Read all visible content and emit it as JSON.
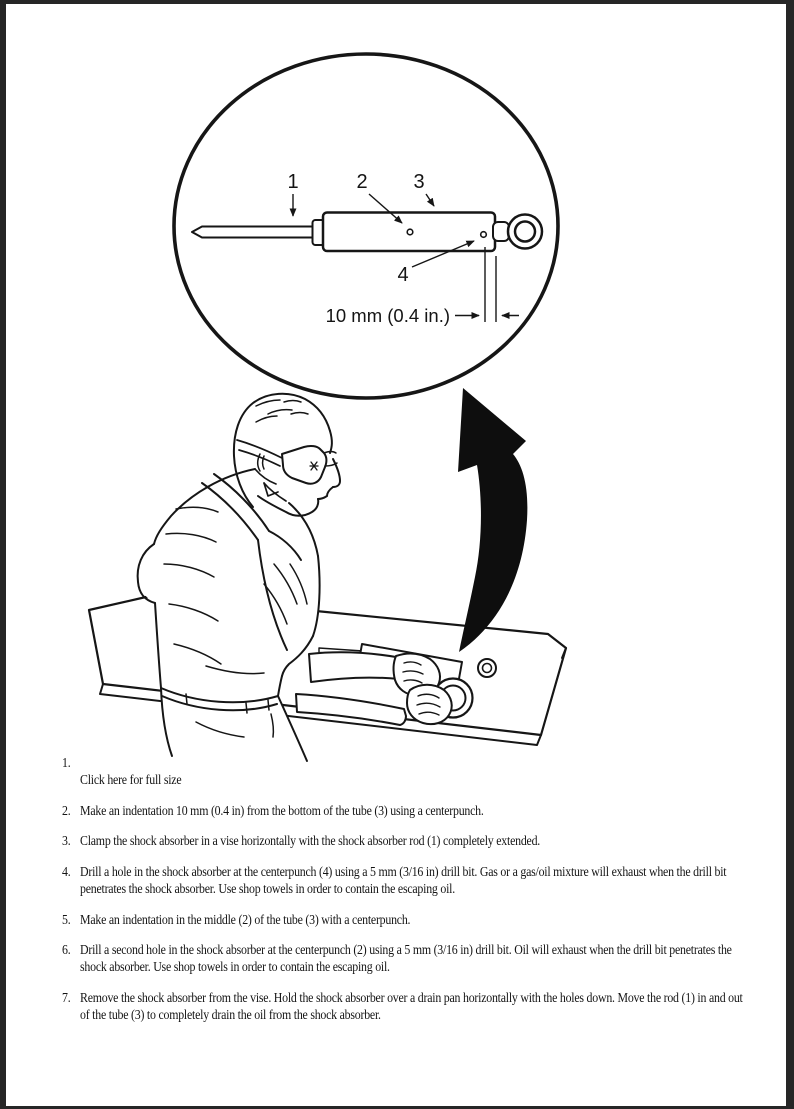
{
  "colors": {
    "ink": "#161616",
    "page_bg": "#ffffff",
    "scan_border": "#262626"
  },
  "figure": {
    "callout_1": "1",
    "callout_2": "2",
    "callout_3": "3",
    "callout_4": "4",
    "dimension_label": "10 mm (0.4 in.)"
  },
  "steps": [
    {
      "num": "1.",
      "text": "Click here for full size"
    },
    {
      "num": "2.",
      "text": "Make an indentation 10 mm (0.4 in) from the bottom of the tube (3) using a centerpunch."
    },
    {
      "num": "3.",
      "text": "Clamp the shock absorber in a vise horizontally with the shock absorber rod (1) completely extended."
    },
    {
      "num": "4.",
      "text": "Drill a hole in the shock absorber at the centerpunch (4) using a 5 mm (3/16 in) drill bit. Gas or a gas/oil mixture will exhaust when the drill bit penetrates the shock absorber. Use shop towels in order to contain the escaping oil."
    },
    {
      "num": "5.",
      "text": "Make an indentation in the middle (2) of the tube (3) with a centerpunch."
    },
    {
      "num": "6.",
      "text": "Drill a second hole in the shock absorber at the centerpunch (2) using a 5 mm (3/16 in) drill bit. Oil will exhaust when the drill bit penetrates the shock absorber. Use shop towels in order to contain the escaping oil."
    },
    {
      "num": "7.",
      "text": "Remove the shock absorber from the vise. Hold the shock absorber over a drain pan horizontally with the holes down. Move the rod (1) in and out of the tube (3) to completely drain the oil from the shock absorber."
    }
  ]
}
